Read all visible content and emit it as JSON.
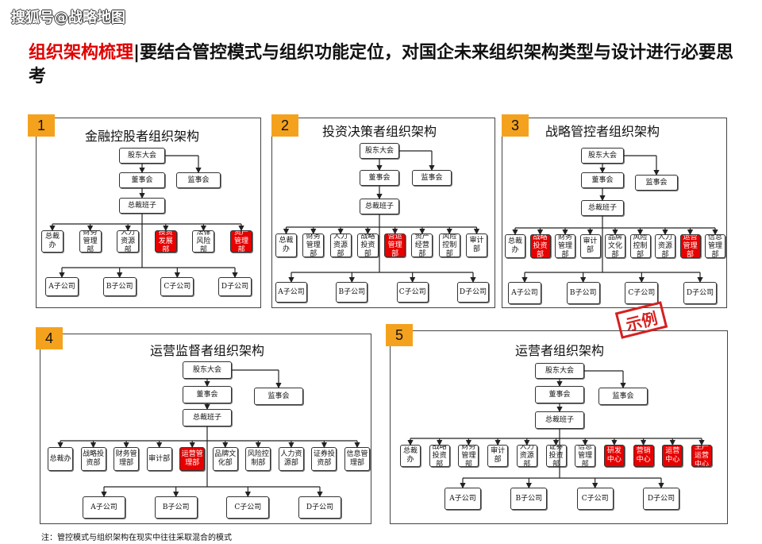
{
  "watermark": "搜狐号@战略地图",
  "header": {
    "highlight": "组织架构梳理",
    "text": "|要结合管控模式与组织功能定位，对国企未来组织架构类型与设计进行必要思考"
  },
  "stamp": "示例",
  "note": "注：管控模式与组织架构在现实中往往采取混合的模式",
  "panels": [
    {
      "num": "1",
      "title": "金融控股者组织架构",
      "shareholders": "股东大会",
      "board": "董事会",
      "supervisors": "监事会",
      "exec": "总裁班子",
      "depts": [
        {
          "label": "总裁办",
          "red": false
        },
        {
          "label": "财务管理部",
          "red": false
        },
        {
          "label": "人力资源部",
          "red": false
        },
        {
          "label": "投资发展部",
          "red": true
        },
        {
          "label": "法律风险部",
          "red": false
        },
        {
          "label": "资产管理部",
          "red": true
        }
      ],
      "subs": [
        "A子公司",
        "B子公司",
        "C子公司",
        "D子公司"
      ]
    },
    {
      "num": "2",
      "title": "投资决策者组织架构",
      "shareholders": "股东大会",
      "board": "董事会",
      "supervisors": "监事会",
      "exec": "总裁班子",
      "depts": [
        {
          "label": "总裁办",
          "red": false
        },
        {
          "label": "财务管理部",
          "red": false
        },
        {
          "label": "人力资源部",
          "red": false
        },
        {
          "label": "战略投资部",
          "red": false
        },
        {
          "label": "营运管理部",
          "red": true
        },
        {
          "label": "资产经营部",
          "red": false
        },
        {
          "label": "风险控制部",
          "red": false
        },
        {
          "label": "审计部",
          "red": false
        }
      ],
      "subs": [
        "A子公司",
        "B子公司",
        "C子公司",
        "D子公司"
      ]
    },
    {
      "num": "3",
      "title": "战略管控者组织架构",
      "shareholders": "股东大会",
      "board": "董事会",
      "supervisors": "监事会",
      "exec": "总裁班子",
      "depts": [
        {
          "label": "总裁办",
          "red": false
        },
        {
          "label": "战略投资部",
          "red": true
        },
        {
          "label": "财务管理部",
          "red": false
        },
        {
          "label": "审计部",
          "red": false
        },
        {
          "label": "品牌文化部",
          "red": false
        },
        {
          "label": "风险控制部",
          "red": false
        },
        {
          "label": "人力资源部",
          "red": false
        },
        {
          "label": "运营管理部",
          "red": true
        },
        {
          "label": "信息管理部",
          "red": false
        }
      ],
      "subs": [
        "A子公司",
        "B子公司",
        "C子公司",
        "D子公司"
      ]
    },
    {
      "num": "4",
      "title": "运营监督者组织架构",
      "shareholders": "股东大会",
      "board": "董事会",
      "supervisors": "监事会",
      "exec": "总裁班子",
      "depts": [
        {
          "label": "总裁办",
          "red": false
        },
        {
          "label": "战略投资部",
          "red": false
        },
        {
          "label": "财务管理部",
          "red": false
        },
        {
          "label": "审计部",
          "red": false
        },
        {
          "label": "运营管理部",
          "red": true
        },
        {
          "label": "品牌文化部",
          "red": false
        },
        {
          "label": "风险控制部",
          "red": false
        },
        {
          "label": "人力资源部",
          "red": false
        },
        {
          "label": "证券投资部",
          "red": false
        },
        {
          "label": "信息管理部",
          "red": false
        }
      ],
      "subs": [
        "A子公司",
        "B子公司",
        "C子公司",
        "D子公司"
      ]
    },
    {
      "num": "5",
      "title": "运营者组织架构",
      "shareholders": "股东大会",
      "board": "董事会",
      "supervisors": "监事会",
      "exec": "总裁班子",
      "depts": [
        {
          "label": "总裁办",
          "red": false
        },
        {
          "label": "战略投资部",
          "red": false
        },
        {
          "label": "财务管理部",
          "red": false
        },
        {
          "label": "审计部",
          "red": false
        },
        {
          "label": "人力资源部",
          "red": false
        },
        {
          "label": "证券投资部",
          "red": false
        },
        {
          "label": "信息管理部",
          "red": false
        },
        {
          "label": "研发中心",
          "red": true
        },
        {
          "label": "营销中心",
          "red": true
        },
        {
          "label": "运营中心",
          "red": true
        },
        {
          "label": "生产运营中心",
          "red": true
        }
      ],
      "subs": [
        "A子公司",
        "B子公司",
        "C子公司",
        "D子公司"
      ]
    }
  ]
}
